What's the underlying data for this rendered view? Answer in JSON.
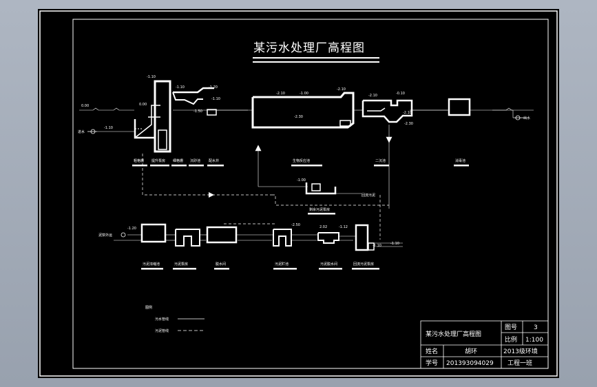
{
  "drawing_title": "某污水处理厂高程图",
  "levels": {
    "top_left": "-1.10",
    "inlet_ground": "0.00",
    "ground_right": "0.00",
    "inlet_pipe": "-1.10",
    "grit_top": "-1.10",
    "grit_mid": "-1.20",
    "grit_low": "-1.10",
    "grit_base": "-1.50",
    "tank_top_left": "-2.10",
    "tank_top_mid": "-1.00",
    "tank_top_right": "-2.10",
    "tank_bottom": "-2.30",
    "clar_top": "-2.10",
    "clar_right": "-0.10",
    "clar_mid": "-2.10",
    "clar_bottom": "-2.30",
    "pump_level": "-1.00",
    "sludge_in": "-1.20",
    "sludge_a": "-2.50",
    "sludge_b": "2.02",
    "sludge_c": "-1.12",
    "sludge_d": "-1.10",
    "sludge_e": "-1.10"
  },
  "upper_labels": [
    "粗格栅",
    "提升泵房",
    "细格栅",
    "沉砂池",
    "配水井",
    "生物反应池",
    "二沉池",
    "消毒池"
  ],
  "lower_labels": [
    "污泥浓缩池",
    "污泥泵房",
    "脱水间",
    "污泥贮池",
    "污泥脱水间",
    "回流污泥泵房"
  ],
  "mid_label": "剩余污泥泵房",
  "right_label": "回流污泥",
  "left_inflow": "进水",
  "right_outflow": "出水",
  "sludge_out": "泥饼外运",
  "legend": {
    "title": "图例",
    "solid_label": "污水管线",
    "dashed_label": "污泥管线"
  },
  "title_block": {
    "title": "某污水处理厂高程图",
    "drawing_no_label": "图号",
    "drawing_no": "3",
    "scale_label": "比例",
    "scale": "1:100",
    "name_label": "姓名",
    "name": "胡环",
    "class": "2013级环境",
    "id_label": "学号",
    "id": "201393094029",
    "class2": "工程一班"
  }
}
